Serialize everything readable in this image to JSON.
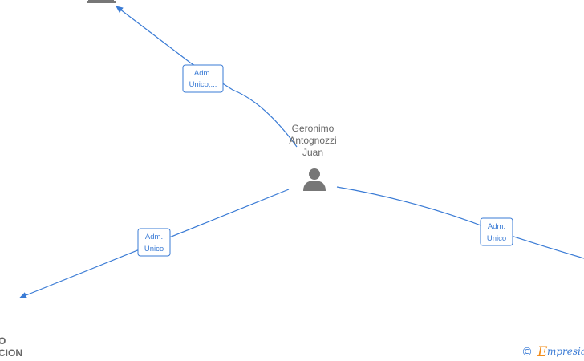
{
  "center_person": {
    "name_lines": [
      "Geronimo",
      "Antognozzi",
      "Juan"
    ],
    "icon": "person-icon"
  },
  "edges": [
    {
      "id": "top-left",
      "label_lines": [
        "Adm.",
        "Unico,..."
      ]
    },
    {
      "id": "bottom-left",
      "label_lines": [
        "Adm.",
        "Unico"
      ]
    },
    {
      "id": "right",
      "label_lines": [
        "Adm.",
        "Unico"
      ]
    }
  ],
  "companies": {
    "top_left": {
      "icon": "building-icon"
    },
    "bottom_left": {
      "text_lines": [
        "O",
        "CION"
      ]
    }
  },
  "watermark": {
    "copyright": "©",
    "e_letter": "E",
    "rest": "mpresia"
  },
  "colors": {
    "edge": "#3a7bd5",
    "node_gray": "#777777",
    "brand_orange": "#f28c1a"
  }
}
